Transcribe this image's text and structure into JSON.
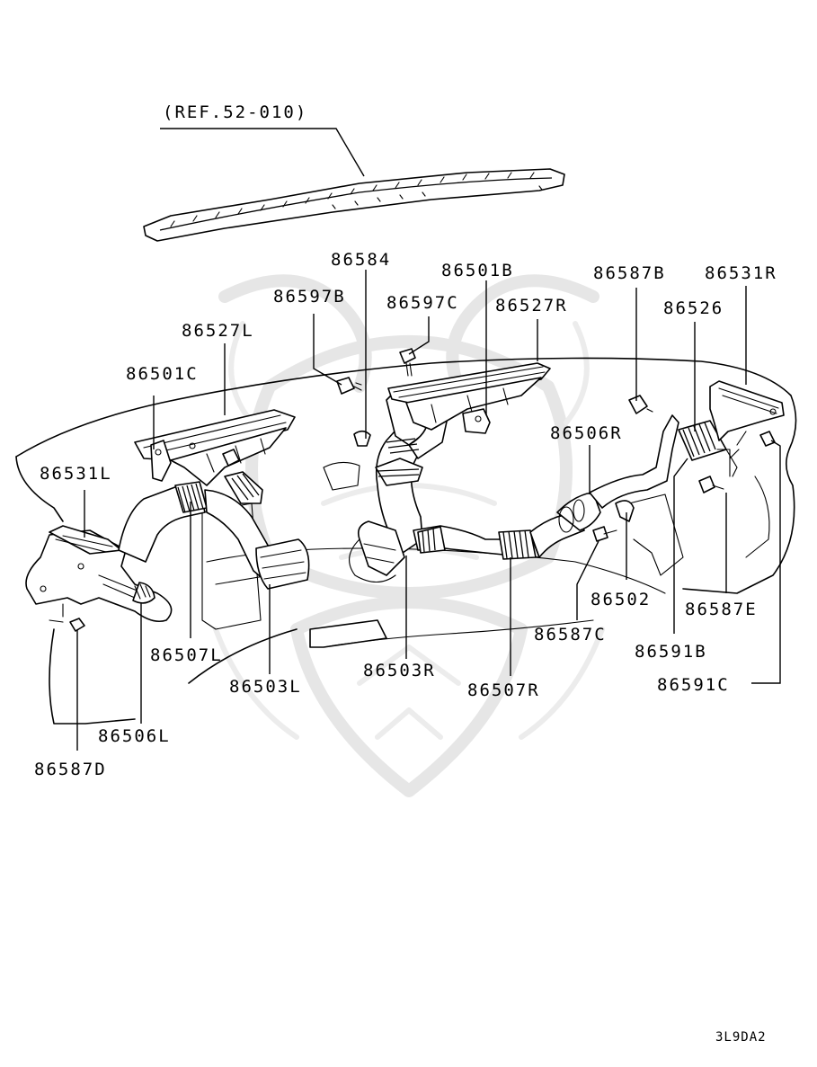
{
  "reference": "(REF.52-010)",
  "diagram_code": "3L9DA2",
  "parts": {
    "p86584": "86584",
    "p86501B": "86501B",
    "p86587B": "86587B",
    "p86531R": "86531R",
    "p86597B": "86597B",
    "p86597C": "86597C",
    "p86527R": "86527R",
    "p86526": "86526",
    "p86527L": "86527L",
    "p86501C": "86501C",
    "p86506R": "86506R",
    "p86531L": "86531L",
    "p86502": "86502",
    "p86587E": "86587E",
    "p86507L": "86507L",
    "p86587C": "86587C",
    "p86591B": "86591B",
    "p86503L": "86503L",
    "p86503R": "86503R",
    "p86591C": "86591C",
    "p86507R": "86507R",
    "p86506L": "86506L",
    "p86587D": "86587D"
  }
}
